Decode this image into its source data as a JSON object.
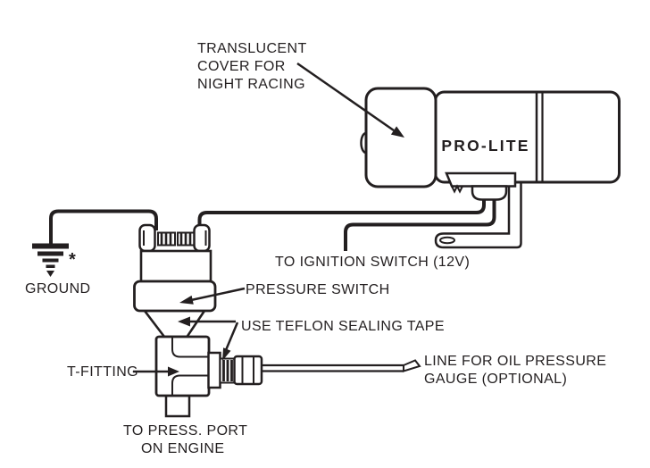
{
  "diagram": {
    "title_context": "PRO-LITE oil pressure warning light installation diagram",
    "product_name": "PRO-LITE",
    "labels": {
      "translucent_cover": [
        "TRANSLUCENT",
        "COVER FOR",
        "NIGHT RACING"
      ],
      "ignition": "TO IGNITION SWITCH (12V)",
      "pressure_switch": "PRESSURE SWITCH",
      "teflon": "USE TEFLON SEALING TAPE",
      "t_fitting": "T-FITTING",
      "gauge_line": [
        "LINE FOR OIL PRESSURE",
        "GAUGE (OPTIONAL)"
      ],
      "press_port": [
        "TO PRESS. PORT",
        "ON ENGINE"
      ],
      "ground": "GROUND",
      "ground_note": "*"
    },
    "colors": {
      "ink": "#231f20",
      "background": "#ffffff"
    }
  }
}
